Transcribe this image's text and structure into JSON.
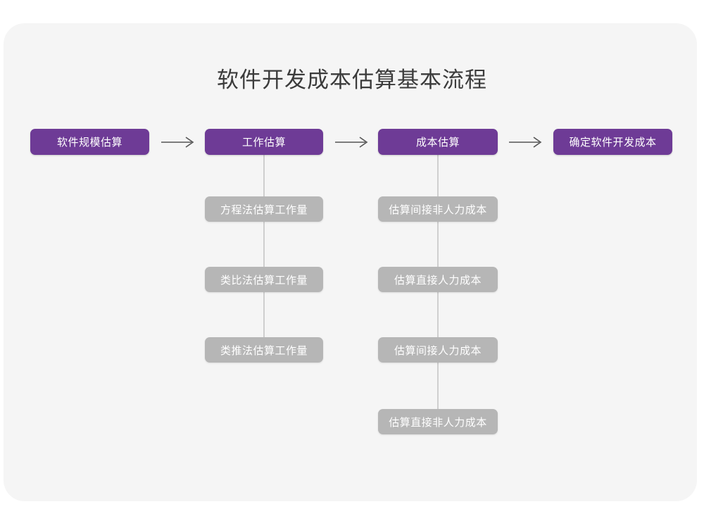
{
  "page": {
    "title": "软件开发成本估算基本流程",
    "background_color": "#ffffff",
    "card_color": "#f5f5f5",
    "primary_color": "#6e3b96",
    "secondary_color": "#b6b6b6",
    "connector_color": "#cfcfcf",
    "arrow_color": "#555555"
  },
  "chart_data": {
    "type": "diagram",
    "title": "软件开发成本估算基本流程",
    "orientation": "left-to-right main flow with vertical sub-step columns",
    "main_flow": [
      {
        "id": "step1",
        "label": "软件规模估算"
      },
      {
        "id": "step2",
        "label": "工作估算"
      },
      {
        "id": "step3",
        "label": "成本估算"
      },
      {
        "id": "step4",
        "label": "确定软件开发成本"
      }
    ],
    "arrows": [
      "→",
      "→",
      "→"
    ],
    "sub_steps": [
      {
        "parent": "step2",
        "items": [
          "方程法估算工作量",
          "类比法估算工作量",
          "类推法估算工作量"
        ]
      },
      {
        "parent": "step3",
        "items": [
          "估算间接非人力成本",
          "估算直接人力成本",
          "估算间接人力成本",
          "估算直接非人力成本"
        ]
      }
    ]
  },
  "flow": {
    "main": [
      {
        "label": "软件规模估算"
      },
      {
        "label": "工作估算"
      },
      {
        "label": "成本估算"
      },
      {
        "label": "确定软件开发成本"
      }
    ],
    "effort_column": [
      {
        "label": "方程法估算工作量"
      },
      {
        "label": "类比法估算工作量"
      },
      {
        "label": "类推法估算工作量"
      }
    ],
    "cost_column": [
      {
        "label": "估算间接非人力成本"
      },
      {
        "label": "估算直接人力成本"
      },
      {
        "label": "估算间接人力成本"
      },
      {
        "label": "估算直接非人力成本"
      }
    ]
  }
}
